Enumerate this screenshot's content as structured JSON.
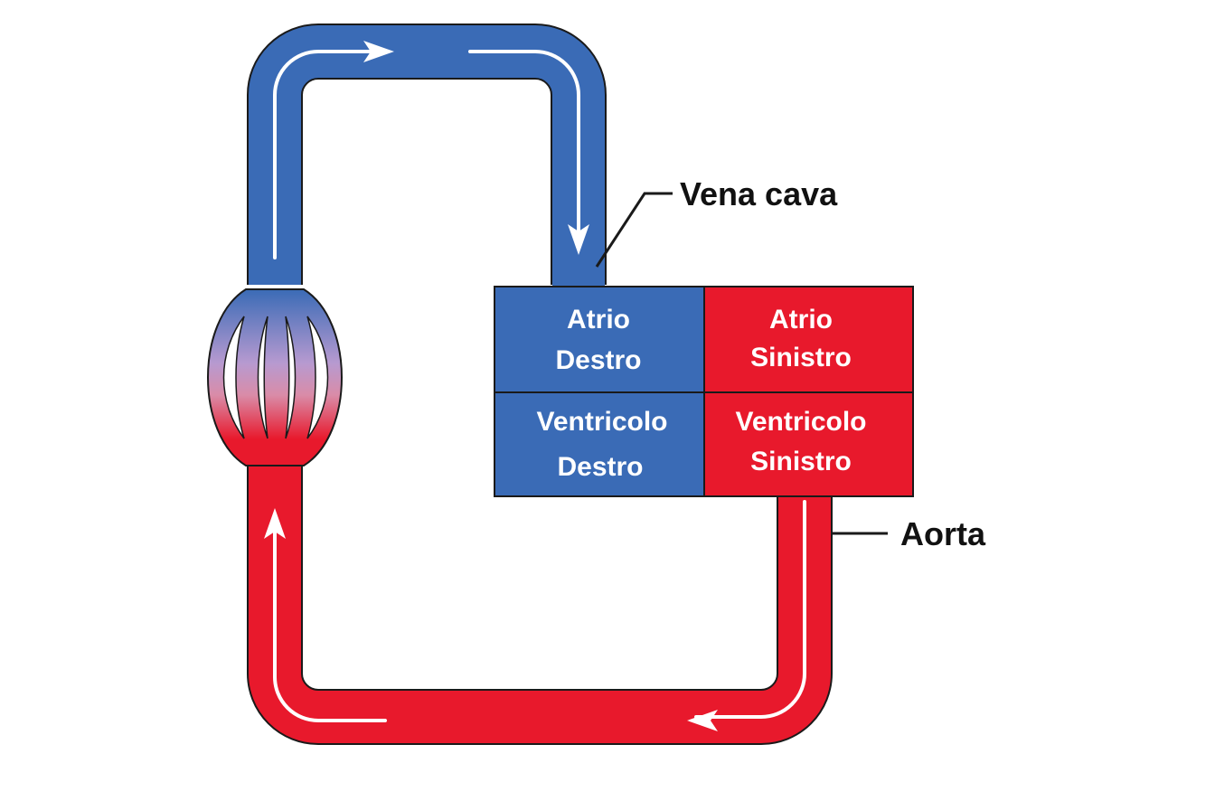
{
  "colors": {
    "venous": "#3a6bb6",
    "arterial": "#e8192c",
    "capillary_mid": "#b79ad0",
    "outline": "#1a1a1a",
    "arrow": "#ffffff",
    "label_text": "#111111"
  },
  "heart": {
    "right_atrium": {
      "line1": "Atrio",
      "line2": "Destro"
    },
    "left_atrium": {
      "line1": "Atrio",
      "line2": "Sinistro"
    },
    "right_ventricle": {
      "line1": "Ventricolo",
      "line2": "Destro"
    },
    "left_ventricle": {
      "line1": "Ventricolo",
      "line2": "Sinistro"
    }
  },
  "vessels": {
    "vena_cava": "Vena cava",
    "aorta": "Aorta"
  }
}
